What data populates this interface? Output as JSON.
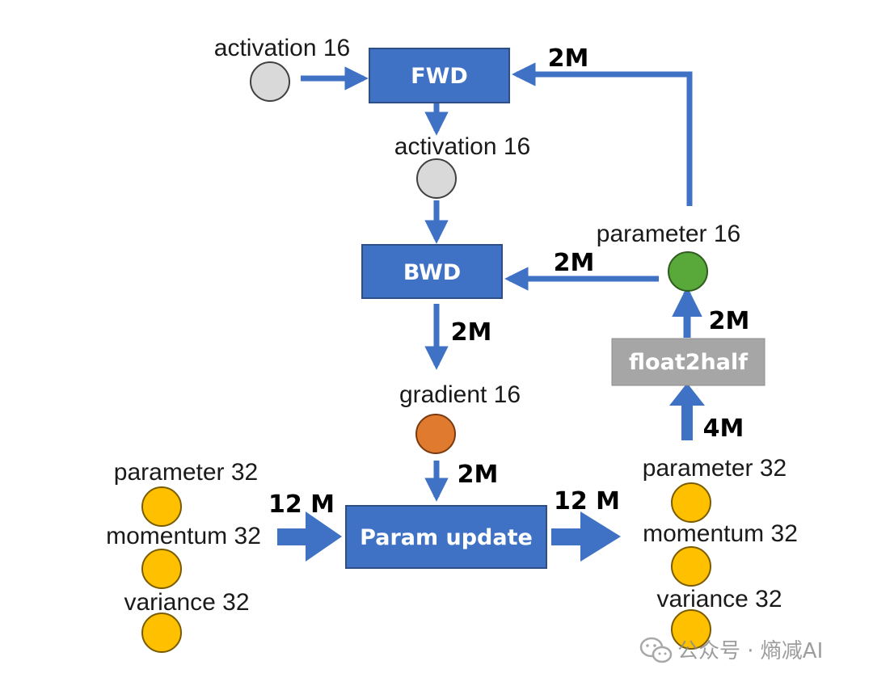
{
  "colors": {
    "box_blue": "#3f72c5",
    "box_blue_border": "#2e4f86",
    "box_gray": "#a6a6a6",
    "arrow_blue": "#3f72c5",
    "activation_circle": "#d9d9d9",
    "parameter16_circle": "#58a83a",
    "gradient_circle": "#e07a2e",
    "fp32_circle": "#ffc000"
  },
  "boxes": {
    "fwd": "FWD",
    "bwd": "BWD",
    "float2half": "float2half",
    "param_update": "Param update"
  },
  "nodes": {
    "activation_in": "activation 16",
    "activation_mid": "activation 16",
    "parameter16": "parameter 16",
    "gradient16": "gradient 16",
    "left_parameter32": "parameter 32",
    "left_momentum32": "momentum 32",
    "left_variance32": "variance 32",
    "right_parameter32": "parameter 32",
    "right_momentum32": "momentum 32",
    "right_variance32": "variance 32"
  },
  "edges": {
    "param16_to_fwd": "2M",
    "param16_to_bwd": "2M",
    "bwd_to_gradient": "2M",
    "float2half_to_param16": "2M",
    "fp32_to_float2half": "4M",
    "gradient_to_update": "2M",
    "left_state_to_update": "12 M",
    "update_to_right_state": "12 M"
  },
  "watermark": "公众号 · 熵减AI",
  "icons": {
    "watermark": "wechat-icon"
  }
}
